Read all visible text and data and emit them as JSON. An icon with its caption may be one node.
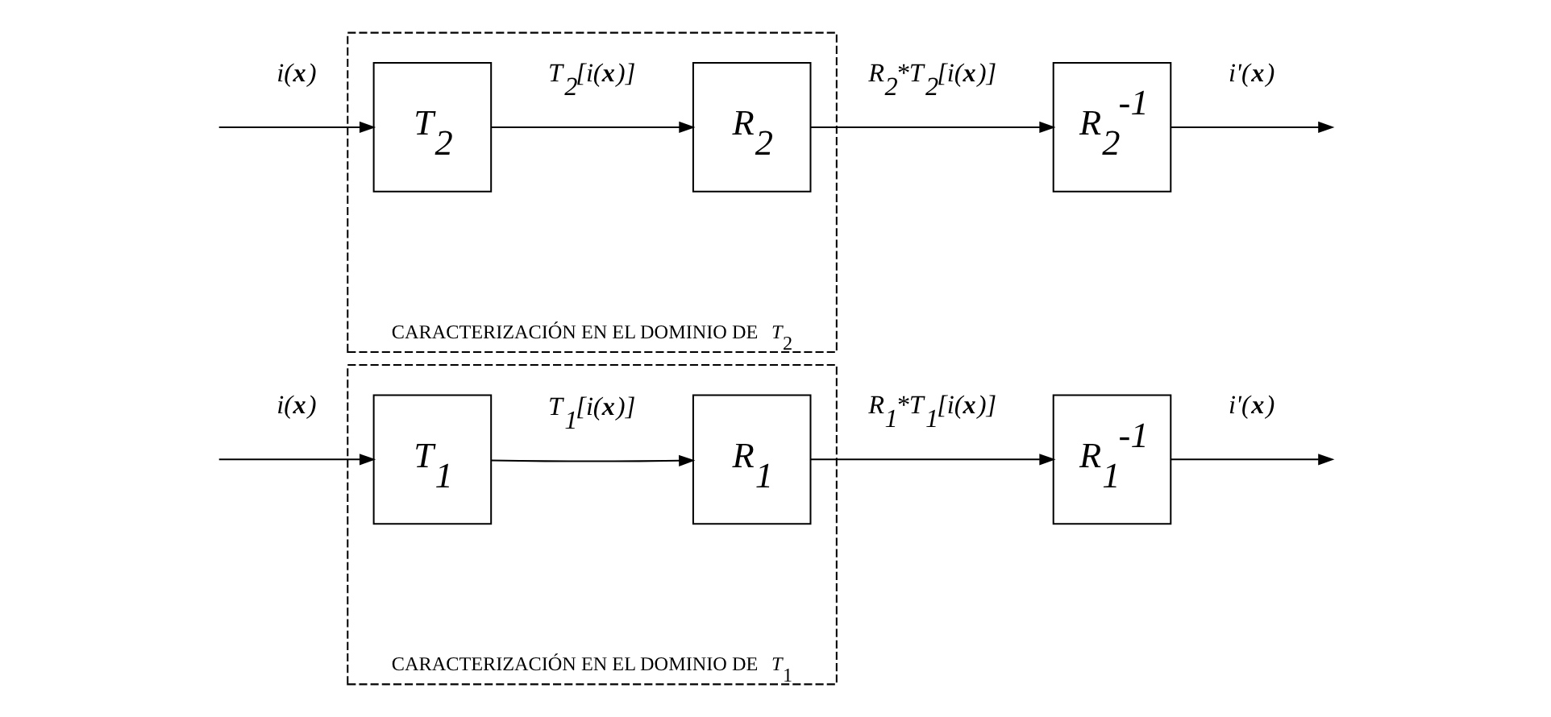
{
  "diagram": {
    "nodes": [
      {
        "text": [
          "CARACTERIZACIÓN EN EL DOMINIO DE *T*$_{1}$"
        ]
      },
      {
        "text": [
          "T$_{1}$"
        ],
        "in": 0
      },
      {
        "text": [
          "R$_{1}$"
        ],
        "in": 0
      },
      {
        "text": [
          "R$_{1}$$^{-1}$"
        ]
      },
      {
        "text": [
          "CARACTERIZACIÓN EN EL DOMINIO DE *T*$_{2}$"
        ]
      },
      {
        "text": [
          "T$_{2}$"
        ],
        "in": 4
      },
      {
        "text": [
          "R$_{2}$"
        ],
        "in": 4
      },
      {
        "text": [
          "R$_{2}$$^{-1}$"
        ]
      }
    ],
    "edges": [
      {
        "from": null,
        "to": 1,
        "arrow": "to",
        "label": "i(**x**)"
      },
      {
        "from": 1,
        "to": 2,
        "arrow": "to",
        "label": "T$_{1}$[i(**x**)]"
      },
      {
        "from": 2,
        "to": 3,
        "arrow": "to",
        "label": "R$_{1}$*T$_{1}$[i(**x**)]"
      },
      {
        "from": 3,
        "to": null,
        "arrow": "to",
        "label": "i'(**x**)"
      },
      {
        "from": null,
        "to": 5,
        "arrow": "to",
        "label": "i(**x**)"
      },
      {
        "from": 5,
        "to": 6,
        "arrow": "to",
        "label": "T$_{2}$[i(**x**)]"
      },
      {
        "from": 6,
        "to": 7,
        "arrow": "to",
        "label": "R$_{2}$*T$_{2}$[i(**x**)]"
      },
      {
        "from": 7,
        "to": null,
        "arrow": "to",
        "label": "i'(**x**)"
      }
    ]
  }
}
